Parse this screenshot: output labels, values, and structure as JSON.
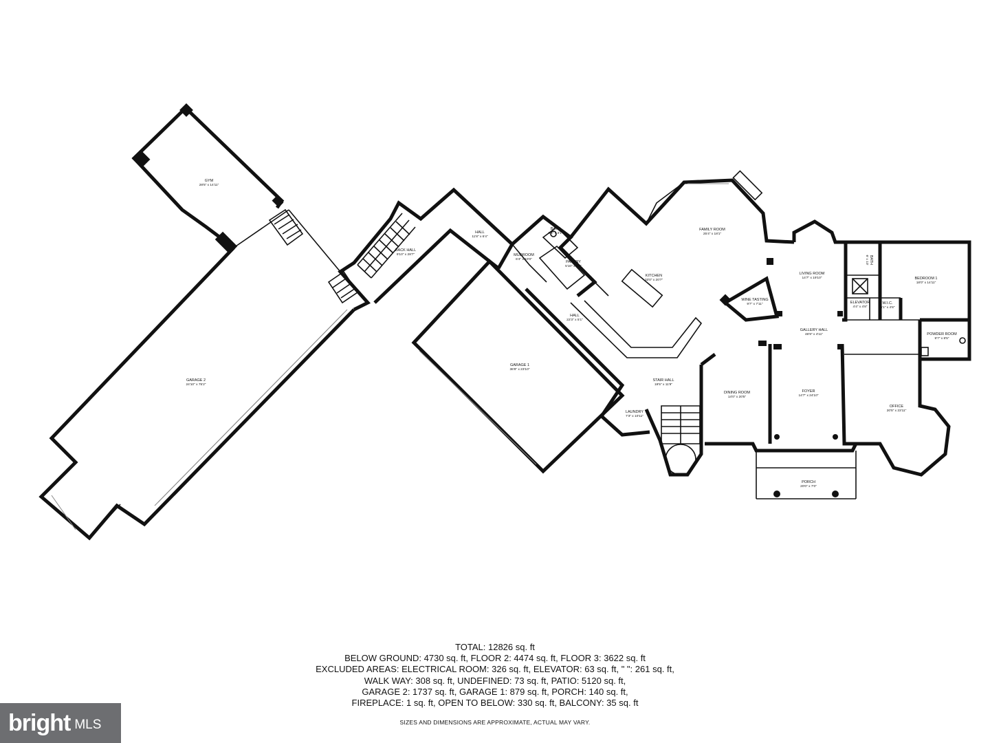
{
  "rooms": {
    "gym": {
      "name": "GYM",
      "dim": "28'5\" x 14'11\""
    },
    "garage2": {
      "name": "GARAGE 2",
      "dim": "24'10\" x 75'2\""
    },
    "back_hall": {
      "name": "BACK HALL",
      "dim": "9'10\" x 28'7\""
    },
    "hall_top": {
      "name": "HALL",
      "dim": "11'8\" x 6'4\""
    },
    "mudroom": {
      "name": "MUDROOM",
      "dim": "6'4\" x 10'0\""
    },
    "bath_small": {
      "name": "BATH",
      "dim": "8'4\" x 3'1\""
    },
    "pantry": {
      "name": "PANTRY",
      "dim": "5'10\" x 8'1\""
    },
    "kitchen": {
      "name": "KITCHEN",
      "dim": "33'0\" x 20'7\""
    },
    "family_room": {
      "name": "FAMILY ROOM",
      "dim": "25'4\" x 18'1\""
    },
    "hall_mid": {
      "name": "HALL",
      "dim": "22'3\" x 5'1\""
    },
    "garage1": {
      "name": "GARAGE 1",
      "dim": "36'8\" x 23'10\""
    },
    "stair_hall": {
      "name": "STAIR HALL",
      "dim": "19'5\" x 11'9\""
    },
    "laundry": {
      "name": "LAUNDRY",
      "dim": "7'3\" x 10'11\""
    },
    "wine_tasting": {
      "name": "WINE TASTING",
      "dim": "9'7\" x 7'11\""
    },
    "living_room": {
      "name": "LIVING ROOM",
      "dim": "14'7\" x 19'10\""
    },
    "gallery_hall": {
      "name": "GALLERY HALL",
      "dim": "46'9\" x 4'11\""
    },
    "dining_room": {
      "name": "DINING ROOM",
      "dim": "14'0\" x 20'5\""
    },
    "foyer": {
      "name": "FOYER",
      "dim": "14'7\" x 24'10\""
    },
    "porch": {
      "name": "PORCH",
      "dim": "20'0\" x 7'0\""
    },
    "office": {
      "name": "OFFICE",
      "dim": "20'5\" x 23'11\""
    },
    "bedroom1": {
      "name": "BEDROOM 1",
      "dim": "18'0\" x 14'11\""
    },
    "bath_bed": {
      "name": "BATH",
      "dim": "6' x 10'"
    },
    "elevator": {
      "name": "ELEVATOR",
      "dim": "4'4\" x 4'8\""
    },
    "wic": {
      "name": "W.I.C.",
      "dim": "5'1\" x 4'6\""
    },
    "powder_room": {
      "name": "POWDER ROOM",
      "dim": "9'7\" x 8'5\""
    }
  },
  "summary": {
    "line1": "TOTAL: 12826 sq. ft",
    "line2": "BELOW GROUND: 4730 sq. ft, FLOOR 2: 4474 sq. ft, FLOOR 3: 3622 sq. ft",
    "line3": "EXCLUDED AREAS: ELECTRICAL ROOM: 326 sq. ft, ELEVATOR: 63 sq. ft, \" \": 261 sq. ft,",
    "line4": "WALK WAY: 308 sq. ft, UNDEFINED: 73 sq. ft, PATIO: 5120 sq. ft,",
    "line5": "GARAGE 2: 1737 sq. ft, GARAGE 1: 879 sq. ft, PORCH: 140 sq. ft,",
    "line6": "FIREPLACE: 1 sq. ft, OPEN TO BELOW: 330 sq. ft, BALCONY: 35 sq. ft"
  },
  "disclaimer": "SIZES AND DIMENSIONS ARE APPROXIMATE, ACTUAL MAY VARY.",
  "logo": {
    "brand": "bright",
    "mls": "MLS"
  },
  "colors": {
    "walls": "#111111",
    "logo_bg": "#6d6e71"
  }
}
